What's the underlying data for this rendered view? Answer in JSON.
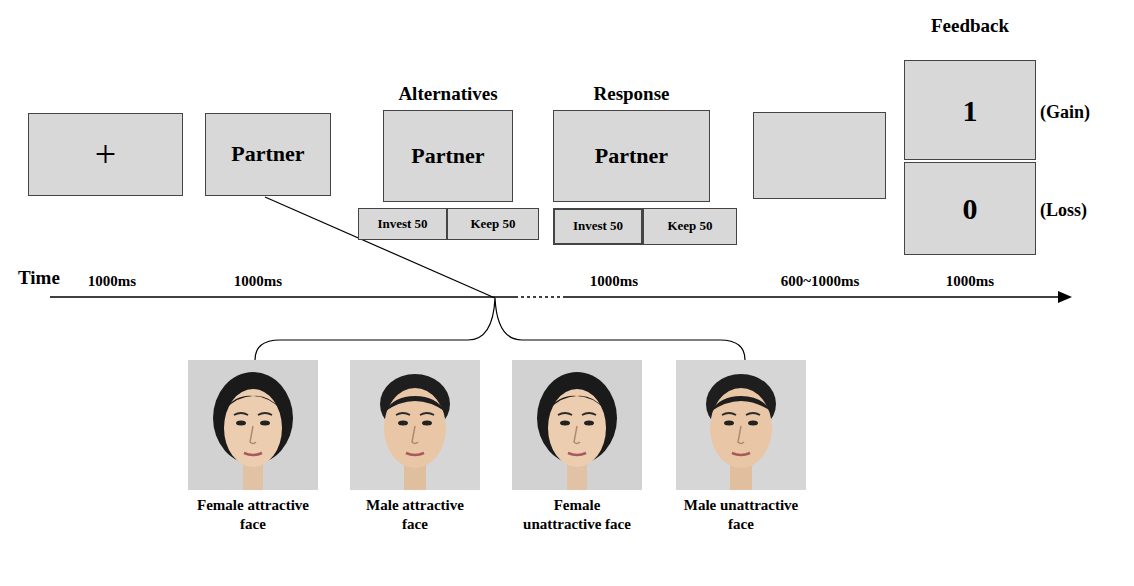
{
  "diagram": {
    "nodes": [
      {
        "text": [
          "+"
        ]
      },
      {
        "text": [
          "Partner"
        ]
      },
      {
        "text": [
          "Alternatives",
          "Partner"
        ]
      },
      {
        "text": [
          "Invest 50"
        ]
      },
      {
        "text": [
          "Keep 50"
        ]
      },
      {
        "text": [
          "Response",
          "Partner"
        ]
      },
      {
        "text": [
          "Invest 50"
        ]
      },
      {
        "text": [
          "Keep 50"
        ]
      },
      {
        "text": [
          "1"
        ]
      },
      {
        "text": [
          "0"
        ]
      }
    ],
    "labels": [
      "Feedback",
      "(Gain)",
      "(Loss)",
      "Time",
      "1000ms",
      "1000ms",
      "1000ms",
      "600~1000ms",
      "1000ms",
      "Female attractive face",
      "Male attractive face",
      "Female unattractive face",
      "Male unattractive face"
    ]
  }
}
